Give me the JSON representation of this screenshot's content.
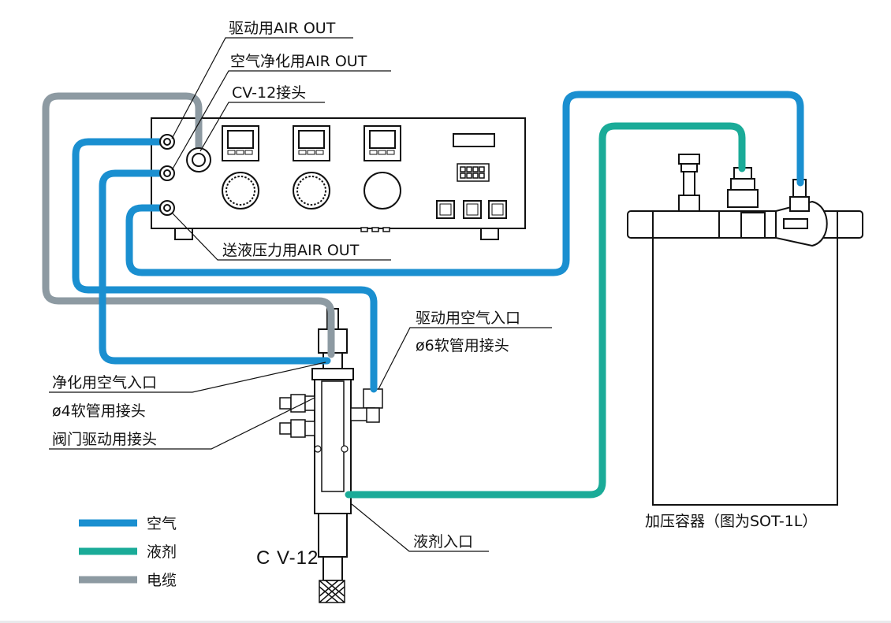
{
  "colors": {
    "air": "#1a8fd0",
    "liquid": "#1aab98",
    "cable": "#8d9aa2",
    "line": "#111111"
  },
  "labels": {
    "drive_air_out": "驱动用AIR OUT",
    "purge_air_out": "空气净化用AIR OUT",
    "cv12_joint": "CV-12接头",
    "feed_air_out": "送液压力用AIR OUT",
    "drive_air_inlet": "驱动用空气入口",
    "drive_fitting": "ø6软管用接头",
    "purge_air_inlet": "净化用空气入口",
    "purge_fitting": "ø4软管用接头",
    "valve_fitting": "阀门驱动用接头",
    "liquid_inlet": "液剂入口",
    "valve_model": "C V-12",
    "tank": "加压容器（图为SOT-1L）"
  },
  "legend": [
    {
      "key": "air",
      "label": "空气",
      "color": "#1a8fd0"
    },
    {
      "key": "liquid",
      "label": "液剂",
      "color": "#1aab98"
    },
    {
      "key": "cable",
      "label": "电缆",
      "color": "#8d9aa2"
    }
  ]
}
